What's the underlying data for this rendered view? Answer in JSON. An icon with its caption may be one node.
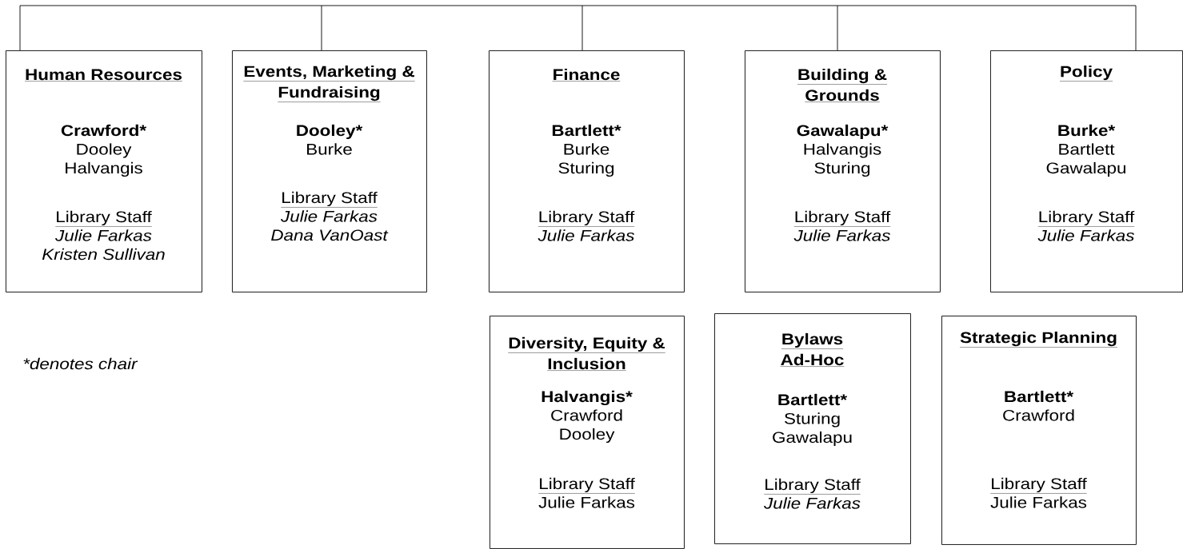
{
  "diagram": {
    "nodes": [
      {
        "text": [
          "Human Resources",
          "Crawford*",
          "Dooley",
          "Halvangis",
          "Library Staff",
          "Julie Farkas",
          "Kristen Sullivan"
        ]
      },
      {
        "text": [
          "Events, Marketing & Fundraising",
          "Dooley*",
          "Burke",
          "Library Staff",
          "Julie Farkas",
          "Dana VanOast"
        ]
      },
      {
        "text": [
          "Finance",
          "Bartlett*",
          "Burke",
          "Sturing",
          "Library Staff",
          "Julie Farkas"
        ]
      },
      {
        "text": [
          "Building & Grounds",
          "Gawalapu*",
          "Halvangis",
          "Sturing",
          "Library Staff",
          "Julie Farkas"
        ]
      },
      {
        "text": [
          "Policy",
          "Burke*",
          "Bartlett",
          "Gawalapu",
          "Library Staff",
          "Julie Farkas"
        ]
      },
      {
        "text": [
          "Diversity, Equity & Inclusion",
          "Halvangis*",
          "Crawford",
          "Dooley",
          "Library Staff",
          "Julie Farkas"
        ]
      },
      {
        "text": [
          "Bylaws Ad-Hoc",
          "Bartlett*",
          "Sturing",
          "Gawalapu",
          "Library Staff",
          "Julie Farkas"
        ]
      },
      {
        "text": [
          "Strategic Planning",
          "Bartlett*",
          "Crawford",
          "Library Staff",
          "Julie Farkas"
        ]
      }
    ],
    "edges": [
      {
        "from": null,
        "to": 0,
        "arrow": "none"
      },
      {
        "from": null,
        "to": 1,
        "arrow": "none"
      },
      {
        "from": null,
        "to": 2,
        "arrow": "none"
      },
      {
        "from": null,
        "to": 3,
        "arrow": "none"
      },
      {
        "from": null,
        "to": 4,
        "arrow": "none"
      }
    ],
    "labels": [
      "*denotes chair"
    ]
  }
}
